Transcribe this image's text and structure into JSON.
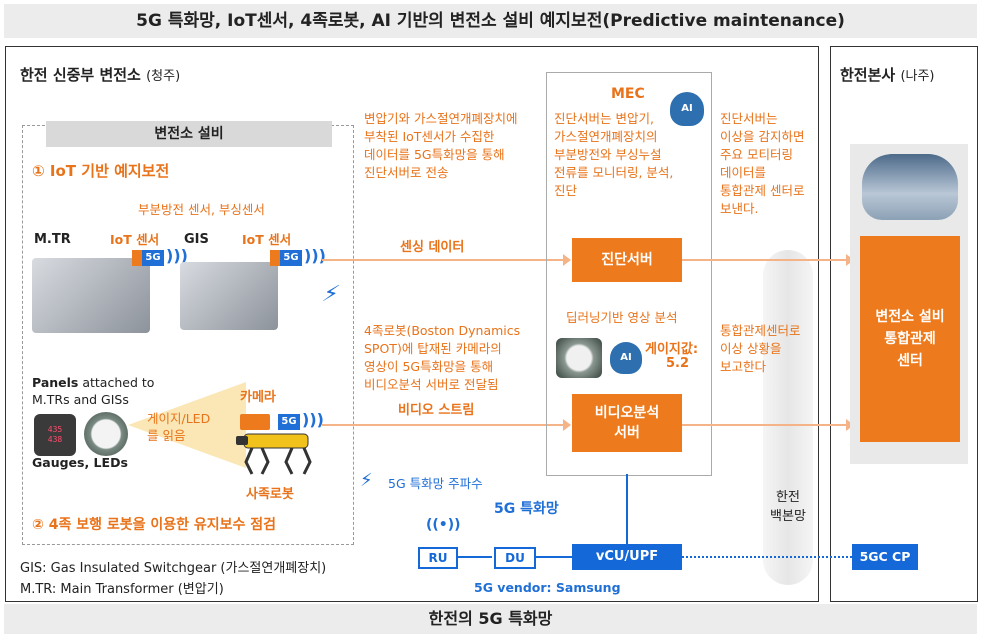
{
  "title": "5G 특화망, IoT센서, 4족로봇, AI 기반의 변전소 설비 예지보전(Predictive maintenance)",
  "footer": "한전의 5G 특화망",
  "left_panel": {
    "title": "한전 신중부 변전소",
    "subtitle": "(청주)"
  },
  "right_panel": {
    "title": "한전본사",
    "subtitle": "(나주)"
  },
  "equipment": {
    "header": "변전소 설비",
    "section1": "① IoT 기반 예지보전",
    "sensor_note": "부분방전 센서, 부싱센서",
    "mtr_label": "M.TR",
    "gis_label": "GIS",
    "iot_sensor_label_1": "IoT 센서",
    "iot_sensor_label_2": "IoT 센서",
    "badge_5g": "5G",
    "panels_bold": "Panels",
    "panels_rest": " attached to",
    "panels_line2": "M.TRs and GISs",
    "gauges_label": "Gauges, LEDs",
    "gauge_led_read": "게이지/LED\n를 읽음",
    "camera_label": "카메라",
    "robot_label": "사족로봇",
    "section2": "② 4족 보행 로봇을 이용한 유지보수 점검",
    "led_digits": "435\n438"
  },
  "legend": {
    "gis": "GIS: Gas Insulated Switchgear (가스절연개폐장치)",
    "mtr": "M.TR: Main Transformer (변압기)"
  },
  "flow_texts": {
    "iot_desc": "변압기와 가스절연개폐장치에\n부착된 IoT센서가 수집한\n데이터를 5G특화망을 통해\n진단서버로 전송",
    "sensing_data": "센싱 데이터",
    "robot_desc": "4족로봇(Boston Dynamics\nSPOT)에 탑재된 카메라의\n영상이 5G특화망을 통해\n비디오분석 서버로 전달됨",
    "video_stream": "비디오 스트림",
    "freq_label": "5G 특화망 주파수"
  },
  "mec": {
    "title": "MEC",
    "ai_badge": "AI",
    "desc": "진단서버는 변압기,\n가스절연개폐장치의\n부분방전와 부싱누설\n전류를 모니터링, 분석,\n진단",
    "diag_server": "진단서버",
    "dl_label": "딥러닝기반 영상 분석",
    "gauge_value_label": "게이지값:",
    "gauge_value": "5.2",
    "video_server": "비디오분석\n서버"
  },
  "right_texts": {
    "alert_desc": "진단서버는\n이상을 감지하면\n주요 모티터링\n데이터를\n통합관제 센터로\n보낸다.",
    "report_desc": "통합관제센터로\n이상 상황을\n보고한다",
    "backbone": "한전\n백본망"
  },
  "network": {
    "private_5g": "5G 특화망",
    "ru": "RU",
    "du": "DU",
    "vcu": "vCU/UPF",
    "vendor": "5G vendor: Samsung",
    "core": "5GC CP"
  },
  "control_center": "변전소 설비\n통합관제\n센터",
  "colors": {
    "orange": "#ed7a1c",
    "blue": "#1468d8",
    "gray_bg": "#ececec"
  }
}
